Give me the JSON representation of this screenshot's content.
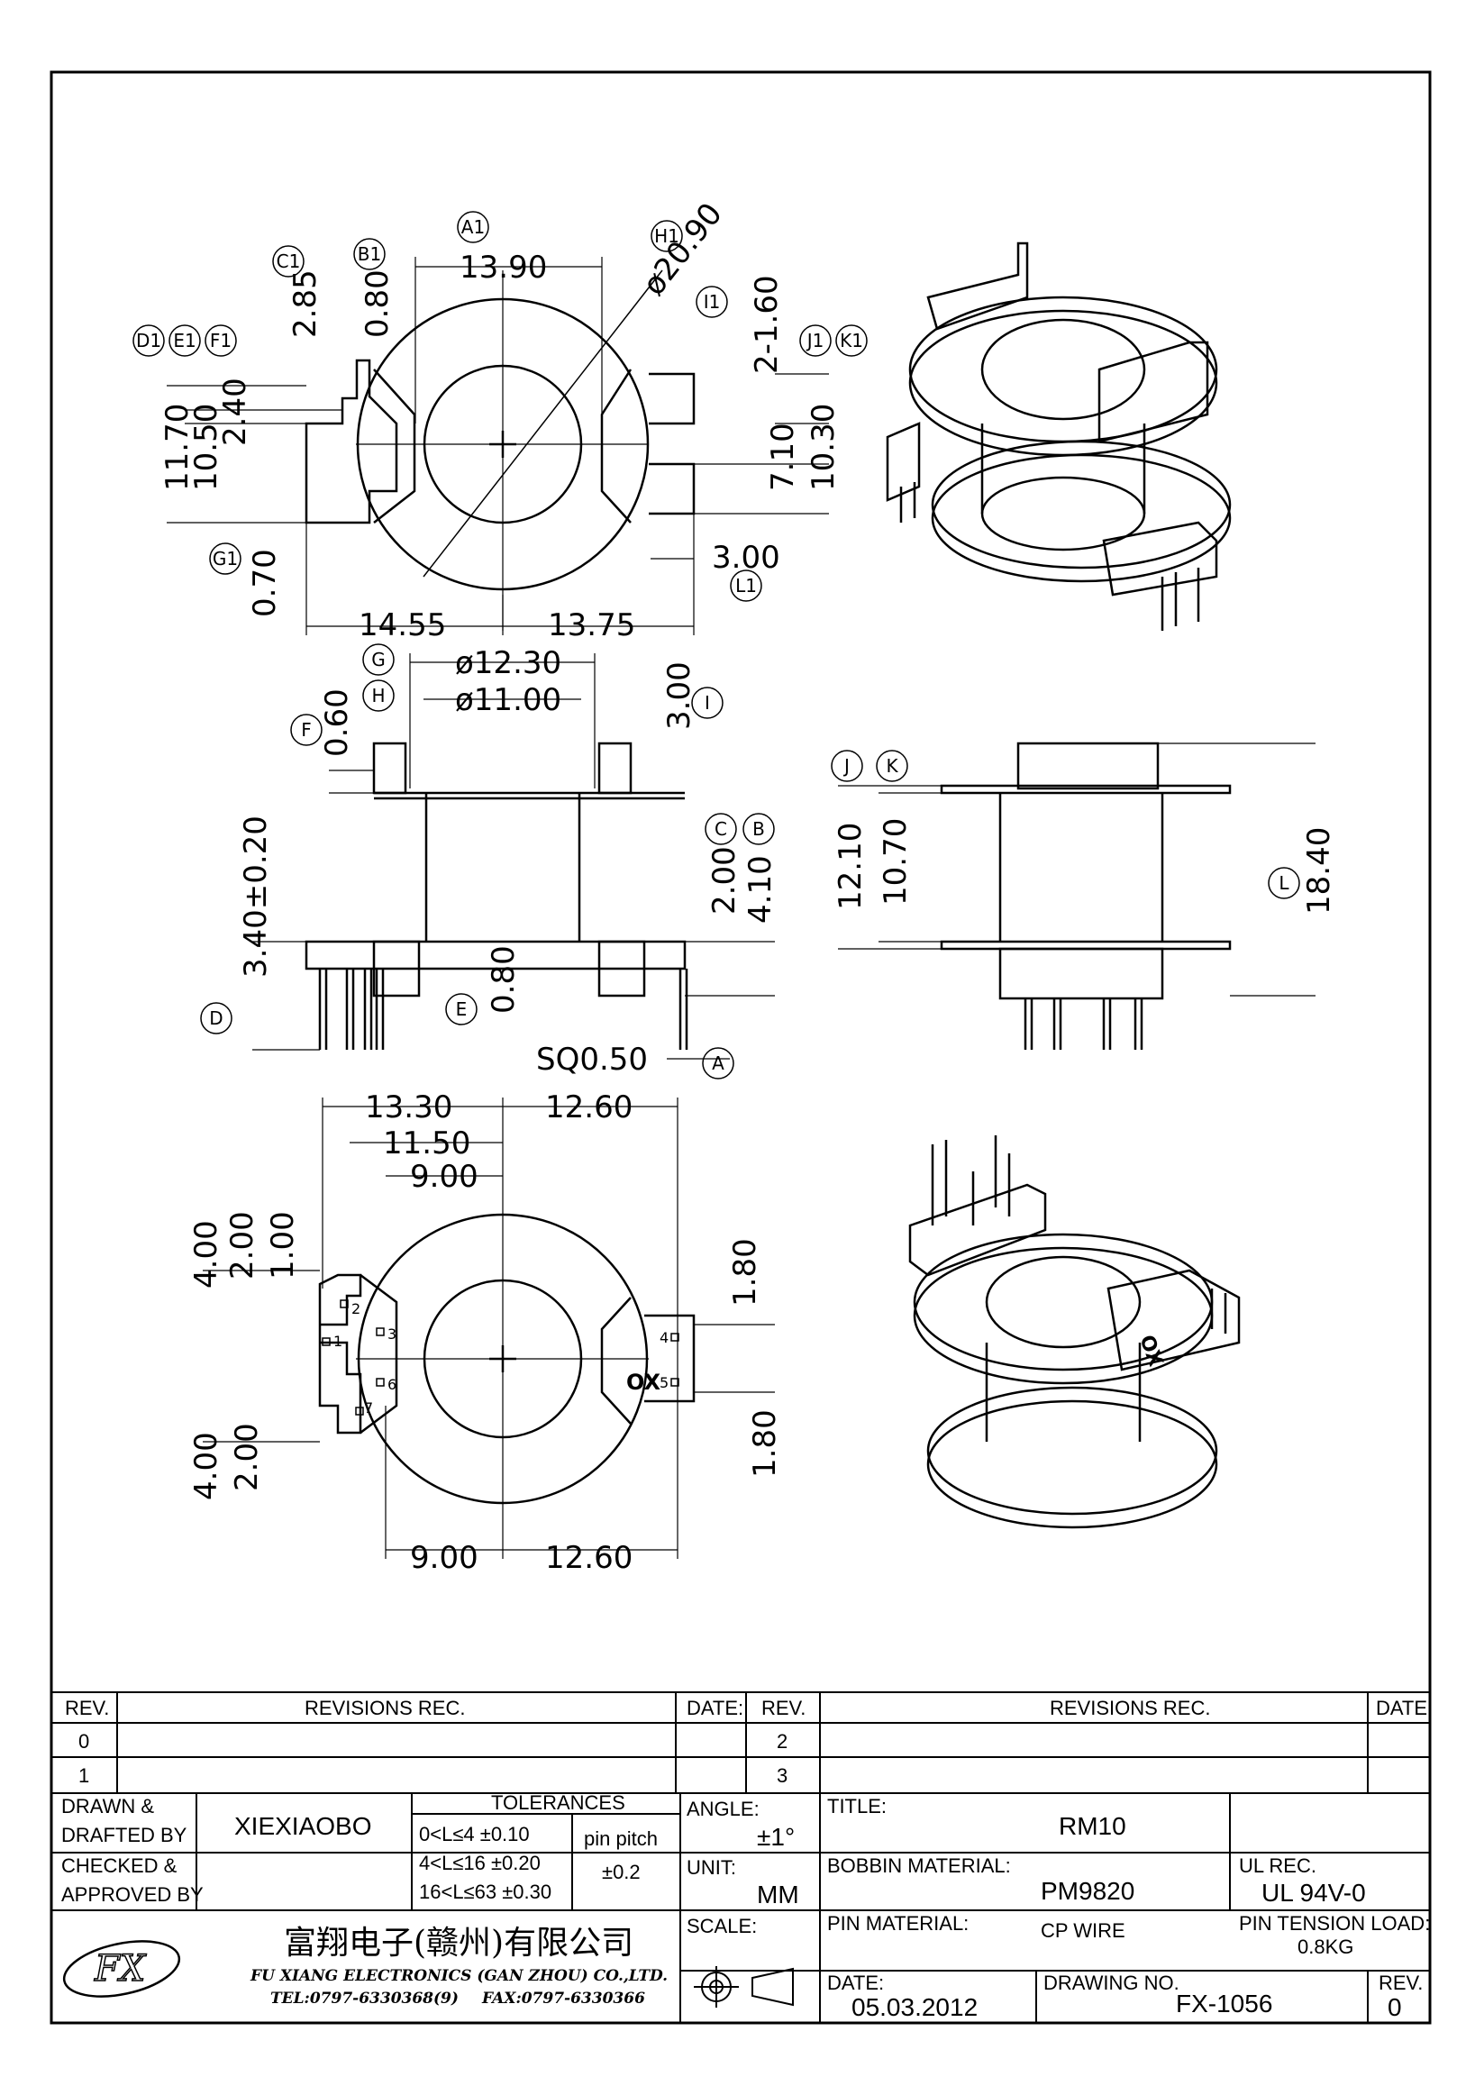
{
  "labels": {
    "A1": "A1",
    "B1": "B1",
    "C1": "C1",
    "D1": "D1",
    "E1": "E1",
    "F1": "F1",
    "G1": "G1",
    "H1": "H1",
    "I1": "I1",
    "J1": "J1",
    "K1": "K1",
    "L1": "L1",
    "A": "A",
    "B": "B",
    "C": "C",
    "D": "D",
    "E": "E",
    "F": "F",
    "G": "G",
    "H": "H",
    "I": "I",
    "J": "J",
    "K": "K",
    "L": "L"
  },
  "top_view": {
    "d_13_90": "13.90",
    "d_20_90": "ø20.90",
    "d_2_85": "2.85",
    "d_0_80": "0.80",
    "d_2_1_60": "2-1.60",
    "d_11_70": "11.70",
    "d_10_50": "10.50",
    "d_2_40": "2.40",
    "d_7_10": "7.10",
    "d_10_30": "10.30",
    "d_0_70": "0.70",
    "d_3_00": "3.00",
    "d_14_55": "14.55",
    "d_13_75": "13.75"
  },
  "front_view": {
    "d_12_30": "ø12.30",
    "d_11_00": "ø11.00",
    "d_0_60": "0.60",
    "d_3_00": "3.00",
    "d_3_40": "3.40±0.20",
    "d_2_00": "2.00",
    "d_4_10": "4.10",
    "d_0_80": "0.80",
    "d_sq": "SQ0.50"
  },
  "side_view": {
    "d_12_10": "12.10",
    "d_10_70": "10.70",
    "d_18_40": "18.40"
  },
  "bottom_view": {
    "d_13_30": "13.30",
    "d_12_60a": "12.60",
    "d_11_50": "11.50",
    "d_9_00a": "9.00",
    "d_4_00a": "4.00",
    "d_2_00a": "2.00",
    "d_1_00": "1.00",
    "d_1_80a": "1.80",
    "d_4_00b": "4.00",
    "d_2_00b": "2.00",
    "d_1_80b": "1.80",
    "d_9_00b": "9.00",
    "d_12_60b": "12.60",
    "pins": [
      "2",
      "1",
      "3",
      "6",
      "7",
      "4",
      "5"
    ],
    "marking": "OX"
  },
  "title_block": {
    "rev_h": "REV.",
    "rev_rec_h": "REVISIONS   REC.",
    "date_h": "DATE:",
    "rev0": "0",
    "rev1": "1",
    "rev2": "2",
    "rev3": "3",
    "drawn_by_l": "DRAWN &\nDRAFTED BY",
    "drawn_by_v": "XIEXIAOBO",
    "checked_l": "CHECKED &\nAPPROVED BY",
    "tol_h": "TOLERANCES",
    "tol1": "0<L≤4   ±0.10",
    "tol2": "4<L≤16  ±0.20",
    "tol3": "16<L≤63  ±0.30",
    "pin_pitch_l": "pin pitch",
    "pin_pitch_v": "±0.2",
    "angle_l": "ANGLE:",
    "angle_v": "±1°",
    "unit_l": "UNIT:",
    "unit_v": "MM",
    "scale_l": "SCALE:",
    "title_l": "TITLE:",
    "title_v": "RM10",
    "bobbin_l": "BOBBIN MATERIAL:",
    "bobbin_v": "PM9820",
    "ul_l": "UL REC.",
    "ul_v": "UL 94V-0",
    "pin_mat_l": "PIN MATERIAL:",
    "pin_mat_v": "CP WIRE",
    "tension_l": "PIN TENSION LOAD:",
    "tension_v": "0.8KG",
    "date_l": "DATE:",
    "date_v": "05.03.2012",
    "dwg_l": "DRAWING NO.",
    "dwg_v": "FX-1056",
    "rev_l": "REV.",
    "rev_v": "0",
    "company_cn": "富翔电子(赣州)有限公司",
    "company_en": "FU XIANG ELECTRONICS (GAN ZHOU) CO.,LTD.",
    "tel": "TEL:0797-6330368(9)",
    "fax": "FAX:0797-6330366",
    "logo": "FX"
  }
}
